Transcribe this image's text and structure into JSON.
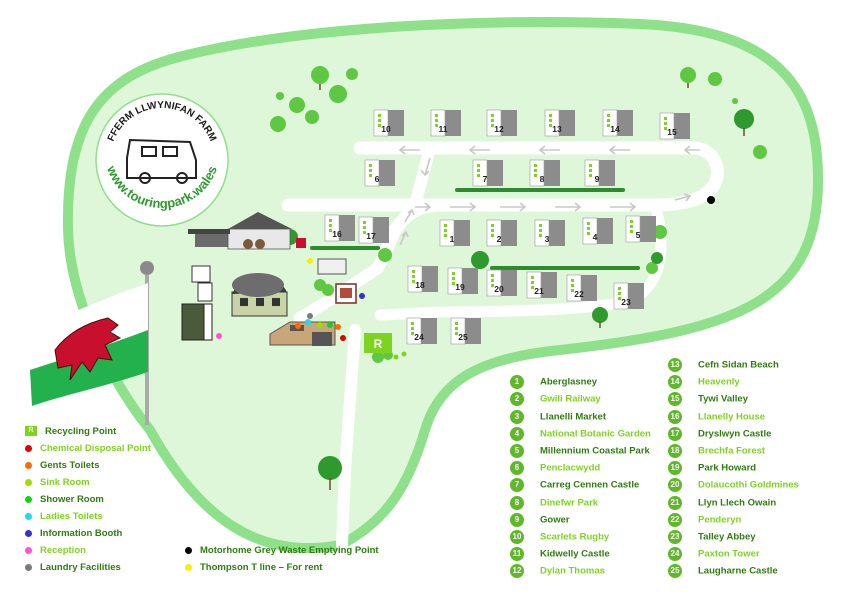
{
  "logo": {
    "top_text": "FFERM LLWYNIFAN FARM",
    "bottom_text": "www.touringpark.wales"
  },
  "recycling_marker": "R",
  "pitches": [
    "1",
    "2",
    "3",
    "4",
    "5",
    "6",
    "7",
    "8",
    "9",
    "10",
    "11",
    "12",
    "13",
    "14",
    "15",
    "16",
    "17",
    "18",
    "19",
    "20",
    "21",
    "22",
    "23",
    "24",
    "25"
  ],
  "facility_legend": [
    {
      "label": "Recycling Point",
      "color": "#7ed321",
      "kind": "box",
      "text_color": "#2e7d0f"
    },
    {
      "label": "Chemical Disposal Point",
      "color": "#e00000",
      "kind": "dot",
      "text_color": "#7ed321"
    },
    {
      "label": "Gents Toilets",
      "color": "#ff6a00",
      "kind": "dot",
      "text_color": "#2e7d0f"
    },
    {
      "label": "Sink Room",
      "color": "#9be000",
      "kind": "dot",
      "text_color": "#7ed321"
    },
    {
      "label": "Shower Room",
      "color": "#14d414",
      "kind": "dot",
      "text_color": "#2e7d0f"
    },
    {
      "label": "Ladies Toilets",
      "color": "#22d8f0",
      "kind": "dot",
      "text_color": "#7ed321"
    },
    {
      "label": "Information Booth",
      "color": "#3333cc",
      "kind": "dot",
      "text_color": "#2e7d0f"
    },
    {
      "label": "Reception",
      "color": "#ff55cc",
      "kind": "dot",
      "text_color": "#7ed321"
    },
    {
      "label": "Laundry Facilities",
      "color": "#7a7a7a",
      "kind": "dot",
      "text_color": "#2e7d0f"
    }
  ],
  "extra_legend": [
    {
      "label": "Motorhome Grey Waste Emptying Point",
      "color": "#000000",
      "text_color": "#2e7d0f"
    },
    {
      "label": "Thompson T line – For rent",
      "color": "#ffee00",
      "text_color": "#2e7d0f"
    }
  ],
  "pitch_legend": [
    {
      "num": "1",
      "name": "Aberglasney"
    },
    {
      "num": "2",
      "name": "Gwili Railway"
    },
    {
      "num": "3",
      "name": "Llanelli Market"
    },
    {
      "num": "4",
      "name": "National Botanic Garden"
    },
    {
      "num": "5",
      "name": "Millennium Coastal Park"
    },
    {
      "num": "6",
      "name": "Penclacwydd"
    },
    {
      "num": "7",
      "name": "Carreg Cennen Castle"
    },
    {
      "num": "8",
      "name": "Dinefwr Park"
    },
    {
      "num": "9",
      "name": "Gower"
    },
    {
      "num": "10",
      "name": "Scarlets Rugby"
    },
    {
      "num": "11",
      "name": "Kidwelly Castle"
    },
    {
      "num": "12",
      "name": "Dylan Thomas"
    },
    {
      "num": "13",
      "name": "Cefn Sidan Beach"
    },
    {
      "num": "14",
      "name": "Heavenly"
    },
    {
      "num": "15",
      "name": "Tywi Valley"
    },
    {
      "num": "16",
      "name": "Llanelly House"
    },
    {
      "num": "17",
      "name": "Dryslwyn Castle"
    },
    {
      "num": "18",
      "name": "Brechfa Forest"
    },
    {
      "num": "19",
      "name": "Park Howard"
    },
    {
      "num": "20",
      "name": "Dolaucothi Goldmines"
    },
    {
      "num": "21",
      "name": "Llyn Llech Owain"
    },
    {
      "num": "22",
      "name": "Penderyn"
    },
    {
      "num": "23",
      "name": "Talley Abbey"
    },
    {
      "num": "24",
      "name": "Paxton Tower"
    },
    {
      "num": "25",
      "name": "Laugharne Castle"
    }
  ]
}
